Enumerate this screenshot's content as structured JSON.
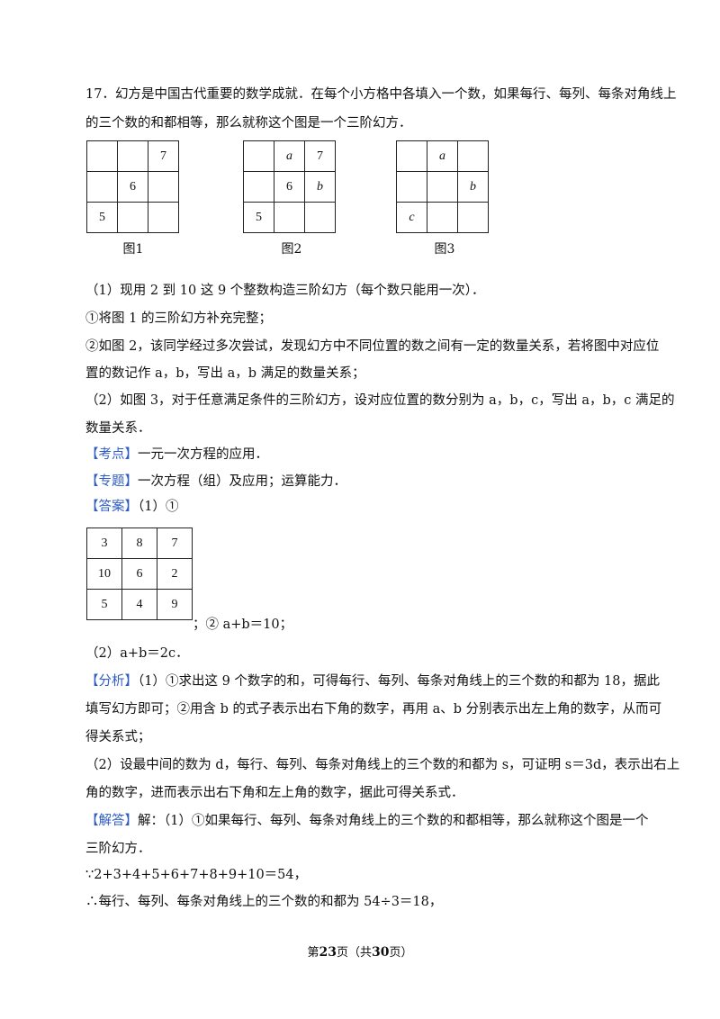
{
  "problem": {
    "line1": "17．幻方是中国古代重要的数学成就．在每个小方格中各填入一个数，如果每行、每列、每条对角线上",
    "line2": "的三个数的和都相等，那么就称这个图是一个三阶幻方．",
    "figures": [
      {
        "caption": "图1",
        "cells": [
          "",
          "",
          "7",
          "",
          "6",
          "",
          "5",
          "",
          ""
        ]
      },
      {
        "caption": "图2",
        "cells": [
          "",
          "a",
          "7",
          "",
          "6",
          "b",
          "5",
          "",
          ""
        ]
      },
      {
        "caption": "图3",
        "cells": [
          "",
          "a",
          "",
          "",
          "",
          "b",
          "c",
          "",
          ""
        ]
      }
    ],
    "q1": "（1）现用 2 到 10 这 9 个整数构造三阶幻方（每个数只能用一次）．",
    "q1a": "①将图 1 的三阶幻方补充完整；",
    "q1b_line1": "②如图 2，该同学经过多次尝试，发现幻方中不同位置的数之间有一定的数量关系，若将图中对应位",
    "q1b_line2": "置的数记作 a，b，写出 a，b 满足的数量关系；",
    "q2_line1": "（2）如图 3，对于任意满足条件的三阶幻方，设对应位置的数分别为 a，b，c，写出 a，b，c 满足的",
    "q2_line2": "数量关系．"
  },
  "kaodian": {
    "tag": "【考点】",
    "text": "一元一次方程的应用．"
  },
  "zhuanti": {
    "tag": "【专题】",
    "text": "一次方程（组）及应用；运算能力．"
  },
  "daan": {
    "tag": "【答案】",
    "text": "（1）①",
    "grid": [
      "3",
      "8",
      "7",
      "10",
      "6",
      "2",
      "5",
      "4",
      "9"
    ],
    "after_grid": "；② a+b＝10；",
    "part2": "（2）a+b＝2c．"
  },
  "fenxi": {
    "tag": "【分析】",
    "line1": "（1）①求出这 9 个数字的和，可得每行、每列、每条对角线上的三个数的和都为 18，据此",
    "line2": "填写幻方即可；②用含 b 的式子表示出右下角的数字，再用 a、b 分别表示出左上角的数字，从而可",
    "line3": "得关系式；",
    "line4": "（2）设最中间的数为 d，每行、每列、每条对角线上的三个数的和都为 s，可证明 s＝3d，表示出右上",
    "line5": "角的数字，进而表示出右下角和左上角的数字，据此可得关系式．"
  },
  "jieda": {
    "tag": "【解答】",
    "line1": "解：（1）①如果每行、每列、每条对角线上的三个数的和都相等，那么就称这个图是一个",
    "line2": "三阶幻方．",
    "line3": "∵2+3+4+5+6+7+8+9+10＝54，",
    "line4": "∴每行、每列、每条对角线上的三个数的和都为 54÷3＝18，"
  },
  "footer": {
    "prefix": "第",
    "page": "23",
    "mid": "页（共",
    "total": "30",
    "suffix": "页）"
  }
}
